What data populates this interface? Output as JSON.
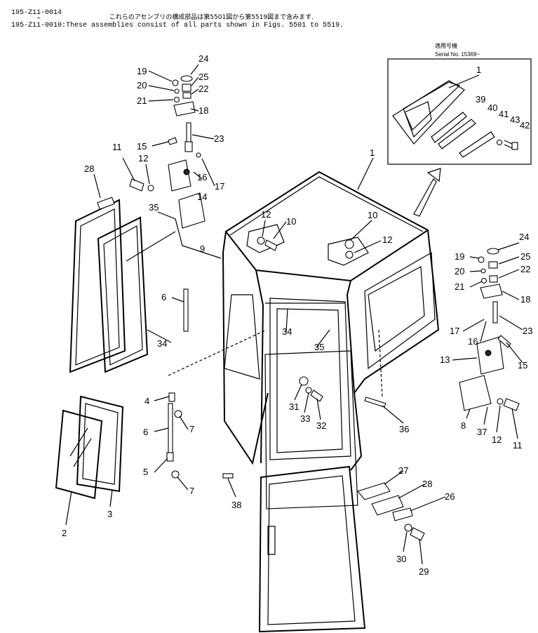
{
  "header": {
    "line1": "195-Z11-0014",
    "tilde": "~",
    "jp_note": "これらのアセンブリの構成部品は第5501図から第5519図まで含みます.",
    "line2_code": "195-Z11-0010",
    "en_note": ":These assemblies consist of all parts shown in Figs. 5501 to 5519."
  },
  "inset": {
    "title_jp": "適用号機",
    "serial": "Serial No. 15369~",
    "labels": [
      "1",
      "39",
      "40",
      "41",
      "43",
      "42"
    ]
  },
  "callouts": [
    "24",
    "19",
    "25",
    "20",
    "22",
    "21",
    "18",
    "23",
    "15",
    "16",
    "17",
    "14",
    "11",
    "12",
    "28",
    "35",
    "9",
    "10",
    "12",
    "10",
    "12",
    "1",
    "24",
    "19",
    "25",
    "20",
    "22",
    "21",
    "18",
    "6",
    "17",
    "16",
    "23",
    "34",
    "35",
    "34",
    "13",
    "15",
    "8",
    "37",
    "12",
    "11",
    "4",
    "6",
    "7",
    "5",
    "7",
    "31",
    "33",
    "32",
    "36",
    "2",
    "3",
    "38",
    "27",
    "28",
    "26",
    "30",
    "29"
  ]
}
